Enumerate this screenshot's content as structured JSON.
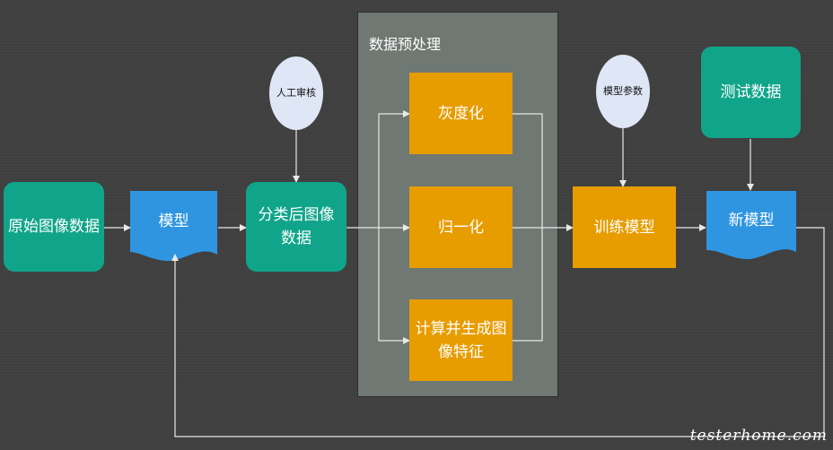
{
  "diagram": {
    "group": {
      "title": "数据预处理"
    },
    "nodes": {
      "raw_data": "原始图像数据",
      "model": "模型",
      "classified": "分类后图像数据",
      "manual_review": "人工审核",
      "grayscale": "灰度化",
      "normalize": "归一化",
      "features": "计算并生成图像特征",
      "model_params": "模型参数",
      "train": "训练模型",
      "test_data": "测试数据",
      "new_model": "新模型"
    },
    "watermark": "testerhome.com"
  },
  "colors": {
    "background": "#3f3f3f",
    "teal": "#10a58a",
    "orange": "#e79c00",
    "blue": "#2f95e1",
    "ellipse": "#dfe6f5",
    "group": "#6f7872"
  }
}
